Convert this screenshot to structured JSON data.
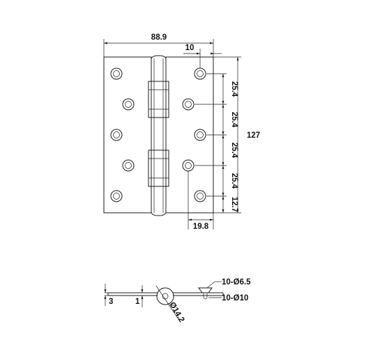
{
  "front_view": {
    "overall_width": "88.9",
    "pin_offset": "10",
    "overall_height": "127",
    "hole_pitch_1": "25.4",
    "hole_pitch_2": "25.4",
    "hole_pitch_3": "25.4",
    "hole_pitch_4": "25.4",
    "end_distance": "12.7",
    "hole_edge_distance": "19.8"
  },
  "side_view": {
    "leaf_thickness": "3",
    "gap": "1",
    "knuckle_diameter": "Ø14.2",
    "countersink_outer": "10-Ø10",
    "countersink_inner": "10-Ø6.5"
  },
  "colors": {
    "line": "#1a1a1a"
  }
}
